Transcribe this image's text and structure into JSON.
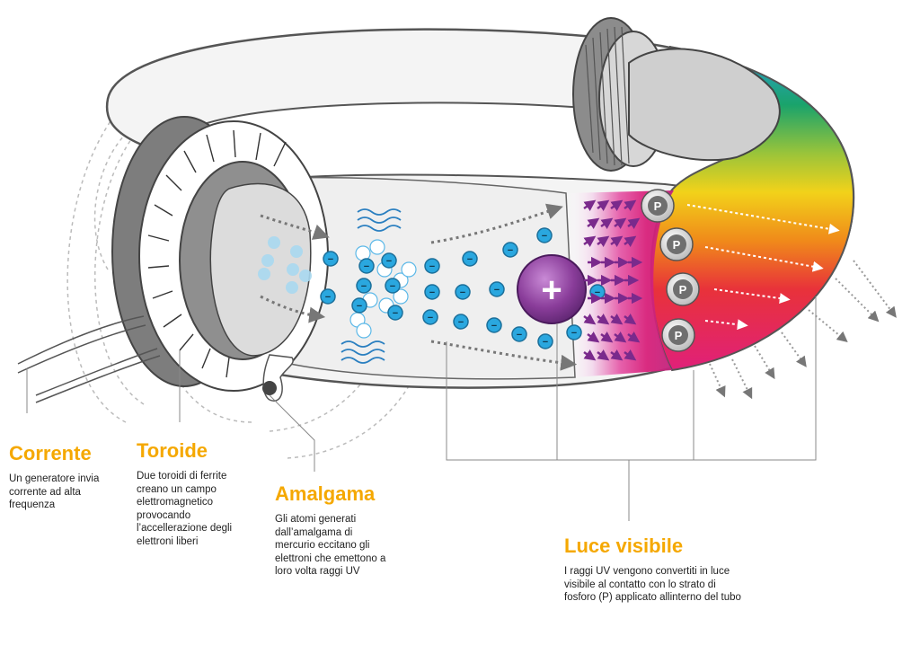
{
  "labels": {
    "corrente": {
      "title": "Corrente",
      "lines": [
        "Un generatore invia",
        "corrente ad alta",
        "frequenza"
      ]
    },
    "toroide": {
      "title": "Toroide",
      "lines": [
        "Due toroidi di ferrite",
        "creano un campo",
        "elettromagnetico",
        "provocando",
        "l’accellerazione degli",
        "elettroni liberi"
      ]
    },
    "amalgama": {
      "title": "Amalgama",
      "lines": [
        "Gli atomi generati",
        "dall’amalgama di",
        "mercurio eccitano gli",
        "elettroni che emettono a",
        "loro volta raggi UV"
      ]
    },
    "luce": {
      "title": "Luce visibile",
      "lines": [
        "I raggi UV vengono convertiti in luce",
        "visibile al contatto con lo strato di",
        "fosforo (P) applicato allinterno del tubo"
      ]
    }
  },
  "symbols": {
    "electron": "−",
    "ion": "+",
    "phosphor": "P"
  },
  "colors": {
    "accent": "#f5a800",
    "electron": "#2aa7df",
    "ion": "#8a3d9a",
    "uv_arrow": "#7a2a8c",
    "tube": "#e6e6e6",
    "outline": "#555555"
  }
}
